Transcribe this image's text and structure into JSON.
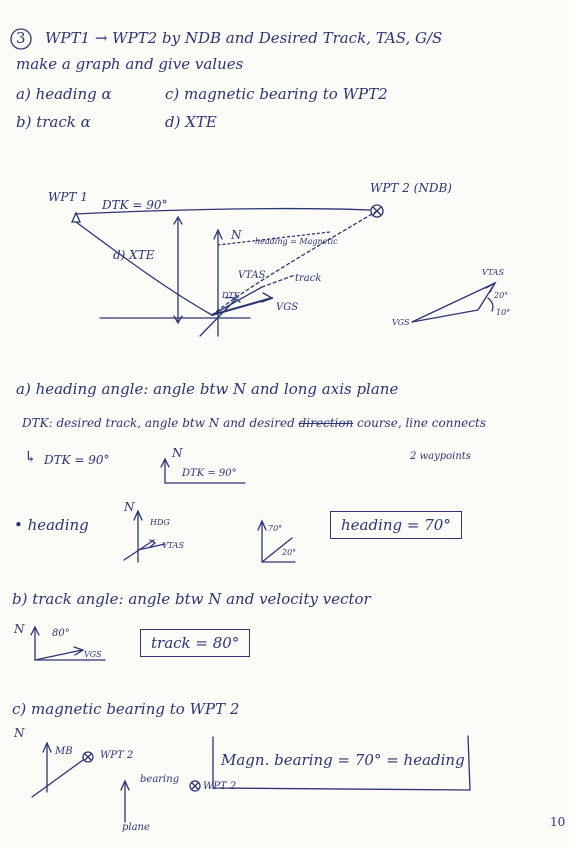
{
  "header": {
    "number": "3",
    "line1": "WPT1 → WPT2  by NDB and Desired Track, TAS, G/S",
    "line2": "make a graph and give values",
    "items": {
      "a": "a) heading α",
      "b": "b) track α",
      "c": "c) magnetic bearing to WPT2",
      "d": "d) XTE"
    }
  },
  "diagram": {
    "wpt1": "WPT 1",
    "wpt2": "WPT 2 (NDB)",
    "dtk": "DTK = 90°",
    "xte": "d) XTE",
    "north": "N",
    "heading_note": "heading = Magnetic",
    "vtas": "VTAS",
    "track": "track",
    "dtk_short": "DTK",
    "vgs": "VGS",
    "side_vtas": "VTAS",
    "side_vgs": "VGS",
    "side_20": "20°",
    "side_10": "10°"
  },
  "notes": {
    "a_title": "a) heading angle:  angle btw N and long axis plane",
    "dtk_def_1": "DTK:  desired track, angle btw N and desired",
    "dtk_def_struck": "direction",
    "dtk_def_2": "course, line connects",
    "dtk_def_3": "2 waypoints",
    "dtk_arrow": "↳",
    "dtk_value": "DTK = 90°",
    "dtk_small_n": "N",
    "dtk_small_label": "DTK = 90°",
    "heading_label": "• heading",
    "hdg_n": "N",
    "hdg_abbr": "HDG",
    "hdg_vtas": "VTAS",
    "angle_70": "70°",
    "angle_20": "20°",
    "heading_box": "heading = 70°",
    "b_title": "b) track angle:  angle btw N and velocity vector",
    "track_n": "N",
    "track_80": "80°",
    "track_vgs": "VGS",
    "track_box": "track = 80°",
    "c_title": "c) magnetic bearing to WPT 2",
    "mb_n": "N",
    "mb_abbr": "MB",
    "mb_wpt2": "WPT 2",
    "bearing_label": "bearing",
    "bearing_wpt2": "WPT 2",
    "plane_label": "plane",
    "mb_box": "Magn. bearing = 70° = heading"
  },
  "footer": {
    "page_number": "10"
  },
  "colors": {
    "ink": "#2c3575",
    "paper": "#fbfbf8"
  }
}
